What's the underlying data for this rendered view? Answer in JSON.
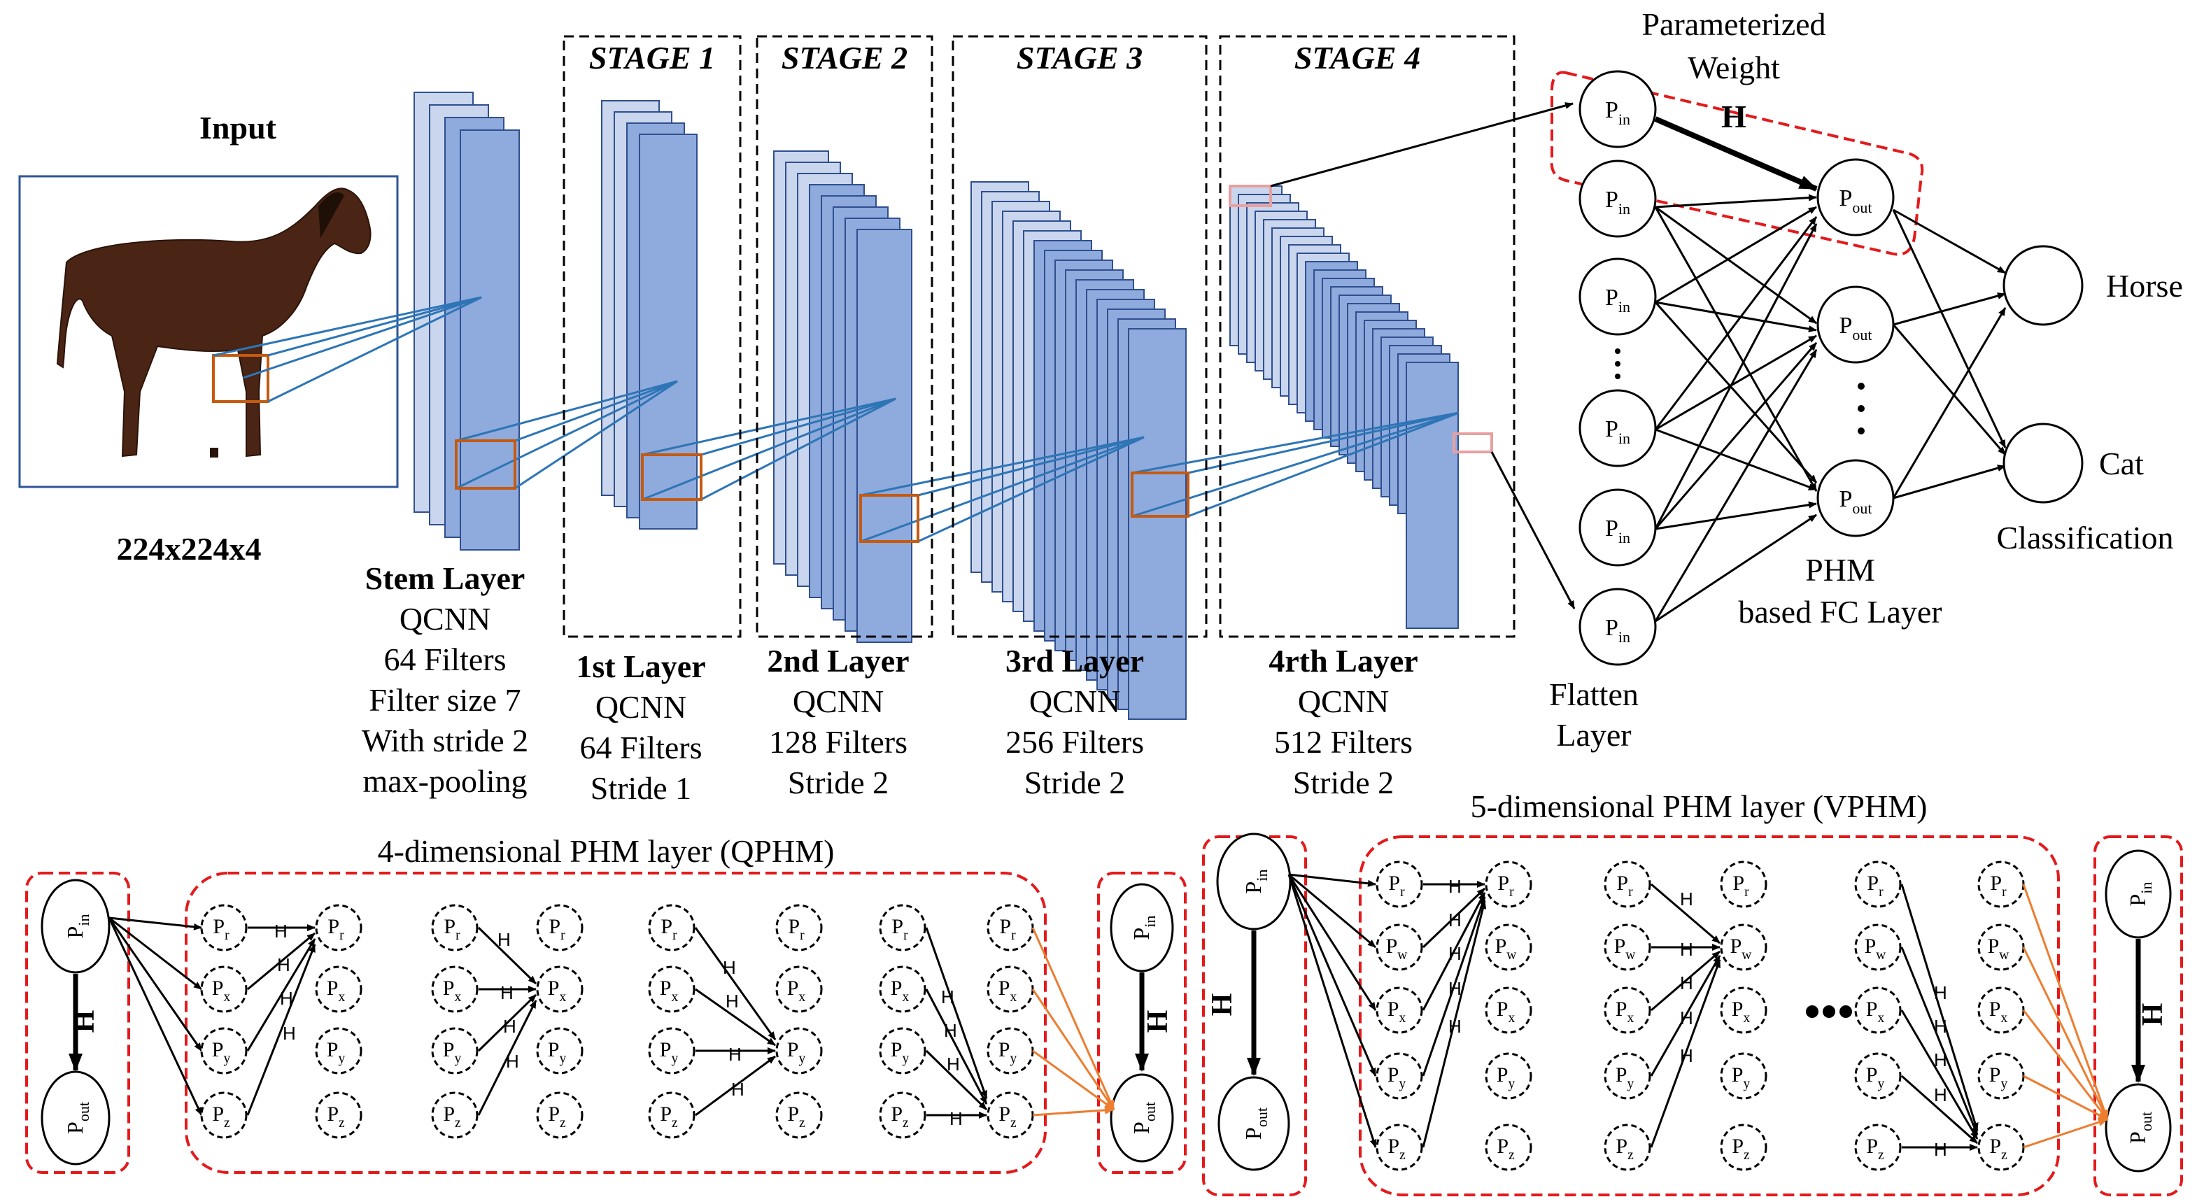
{
  "input": {
    "title": "Input",
    "dims": "224x224x4"
  },
  "stem": {
    "lines": [
      "Stem Layer",
      "QCNN",
      "64 Filters",
      "Filter size 7",
      "With stride 2",
      "max-pooling"
    ]
  },
  "stages": [
    {
      "stage_label": "STAGE 1",
      "lines": [
        "1st Layer",
        "QCNN",
        "64 Filters",
        "Stride 1"
      ]
    },
    {
      "stage_label": "STAGE 2",
      "lines": [
        "2nd Layer",
        "QCNN",
        "128 Filters",
        "Stride 2"
      ]
    },
    {
      "stage_label": "STAGE 3",
      "lines": [
        "3rd Layer",
        "QCNN",
        "256 Filters",
        "Stride 2"
      ]
    },
    {
      "stage_label": "STAGE 4",
      "lines": [
        "4rth Layer",
        "QCNN",
        "512 Filters",
        "Stride 2"
      ]
    }
  ],
  "fc": {
    "param_weight": [
      "Parameterized",
      "Weight"
    ],
    "h": "H",
    "p_base": "P",
    "in_sub": "in",
    "out_sub": "out",
    "phm_lines": [
      "PHM",
      "based FC Layer"
    ],
    "flatten_lines": [
      "Flatten",
      "Layer"
    ],
    "outputs": [
      "Horse",
      "Cat"
    ],
    "classification": "Classification"
  },
  "qphm": {
    "title": "4-dimensional PHM layer (QPHM)",
    "subs": [
      "r",
      "x",
      "y",
      "z"
    ]
  },
  "vphm": {
    "title": "5-dimensional PHM layer (VPHM)",
    "subs": [
      "r",
      "w",
      "x",
      "y",
      "z"
    ]
  },
  "colors": {
    "layer_fill": "#8faadc",
    "layer_light": "#c9d6ee",
    "layer_stroke": "#2f4f8f",
    "conn_line": "#2e75b6",
    "patch": "#c55a11",
    "red_dash": "#e31a1c",
    "orange_arrow": "#ed7d31",
    "horse_body": "#4a2414"
  }
}
